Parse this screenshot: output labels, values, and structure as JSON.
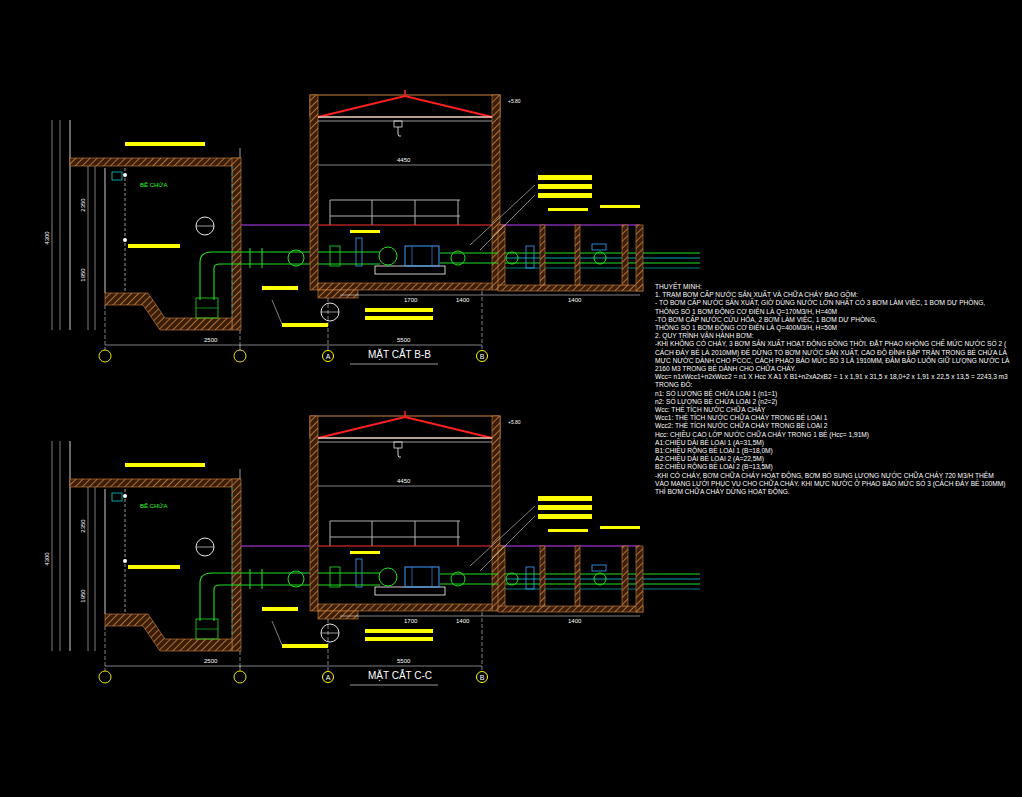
{
  "diagram": {
    "nodes": [
      {
        "text": [
          "A"
        ]
      },
      {
        "text": [
          "B"
        ]
      },
      {
        "text": [
          "A"
        ]
      },
      {
        "text": [
          "B"
        ]
      }
    ],
    "labels": [
      "MẶT CẮT B-B",
      "MẶT CẮT C-C",
      "BỂ CHỨA",
      "BỂ CHỨA",
      "4450",
      "4450",
      "5500",
      "5500",
      "2500",
      "2500",
      "1700",
      "1700",
      "1400",
      "1400",
      "1400",
      "1400",
      "4300",
      "4300",
      "2350",
      "2350",
      "1950",
      "1950",
      "+5.80",
      "+5.80",
      "THUYẾT MINH:",
      "1. TRẠM BƠM CẤP NƯỚC SẢN XUẤT VÀ CHỮA CHÁY BAO GỒM:",
      "- TỔ BƠM CẤP NƯỚC SẢN XUẤT, GIỜ DÙNG NƯỚC LỚN NHẤT CÓ 3 BƠM LÀM VIỆC, 1 BƠM DỰ PHÒNG,",
      "THÔNG SỐ 1 BƠM ĐỘNG CƠ ĐIỆN LÀ Q=170M3/H, H=40M",
      "-TỔ BƠM CẤP NƯỚC CỨU HỎA, 2 BƠM LÀM VIỆC, 1 BƠM DỰ PHÒNG,",
      "THÔNG SỐ 1 BƠM ĐỘNG CƠ ĐIỆN LÀ Q=400M3/H, H=50M",
      "2. QUY TRÌNH VẬN HÀNH BƠM:",
      "-KHI KHÔNG CÓ CHÁY, 3 BƠM SẢN XUẤT HOẠT ĐỘNG ĐỒNG THỜI. ĐẶT PHAO KHỐNG CHẾ MỨC NƯỚC SỐ 2 (",
      "CÁCH ĐÁY BỂ LÀ 2010MM) ĐỂ DỪNG TỔ BƠM NƯỚC SẢN XUẤT, CAO ĐỘ ĐỈNH ĐẬP TRÀN TRONG BỂ CHỨA LÀ",
      "MỰC NƯỚC DÀNH CHO PCCC, CÁCH PHAO BÁO MỨC SỐ 3 LÀ 1910MM, ĐẢM BẢO LUÔN GIỮ LƯỢNG NƯỚC LÀ",
      "2160 M3 TRONG BỂ DÀNH CHO CHỮA CHÁY.",
      "Wcc= n1xWcc1+n2xWcc2 = n1 X Hcc X A1 X B1+n2xA2xB2 = 1 x 1,91 x 31,5 x 18,0+2 x 1,91 x 22,5 x 13,5 = 2243,3 m3",
      "TRONG ĐÓ:",
      "n1: SỐ LƯỢNG BỂ CHỨA LOẠI 1 (n1=1)",
      "n2: SỐ LƯỢNG BỂ CHỨA LOẠI 2 (n2=2)",
      "Wcc: THỂ TÍCH NƯỚC CHỮA CHÁY",
      "Wcc1: THỂ TÍCH NƯỚC CHỮA CHÁY TRONG BỂ LOẠI 1",
      "Wcc2: THỂ TÍCH NƯỚC CHỮA CHÁY TRONG BỂ LOẠI 2",
      "Hcc: CHIỀU CAO LỚP NƯỚC CHỮA CHÁY TRONG 1 BỂ (Hcc= 1,91M)",
      "A1:CHIỀU DÀI BỂ LOẠI 1 (A=31,5M)",
      "B1:CHIỀU RỘNG BỂ LOẠI 1 (B=18,0M)",
      "A2:CHIỀU DÀI BỂ LOẠI 2 (A=22,5M)",
      "B2:CHIỀU RỘNG BỂ LOẠI 2 (B=13,5M)",
      "-KHI CÓ CHÁY, BƠM CHỮA CHÁY HOẠT ĐỘNG, BƠM BỔ SUNG LƯỢNG NƯỚC CHỮA CHÁY 720 M3/H THÊM",
      "VÀO MẠNG LƯỚI PHỤC VỤ CHO CHỮA CHÁY. KHI MỰC NƯỚC Ở PHAO BÁO MỨC SỐ 3 (CÁCH ĐÁY BỂ 100MM)",
      "THÌ BƠM CHỮA CHÁY DỪNG HOẠT ĐỘNG."
    ]
  }
}
